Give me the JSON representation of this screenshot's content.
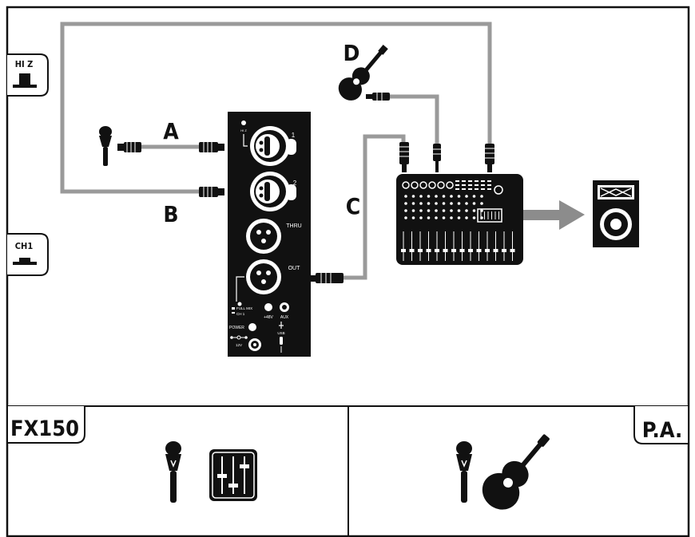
{
  "diagram": {
    "connection_labels": {
      "a": "A",
      "b": "B",
      "c": "C",
      "d": "D"
    },
    "side_tabs": {
      "hi_z": "HI Z",
      "ch1": "CH1"
    },
    "device_panel": {
      "hi_z_mark": "HI Z",
      "input_1": "1",
      "input_2": "2",
      "thru": "THRU",
      "out": "OUT",
      "full_mix": "FULL MIX",
      "ch1": "CH 1",
      "phantom": "+48V",
      "aux": "AUX",
      "power": "POWER",
      "usb": "USB",
      "dc_voltage": "12V"
    }
  },
  "legend": {
    "left_title": "FX150",
    "right_title": "P.A."
  },
  "colors": {
    "cable": "#9a9a9a",
    "device": "#111111",
    "arrow": "#8c8c8c"
  }
}
